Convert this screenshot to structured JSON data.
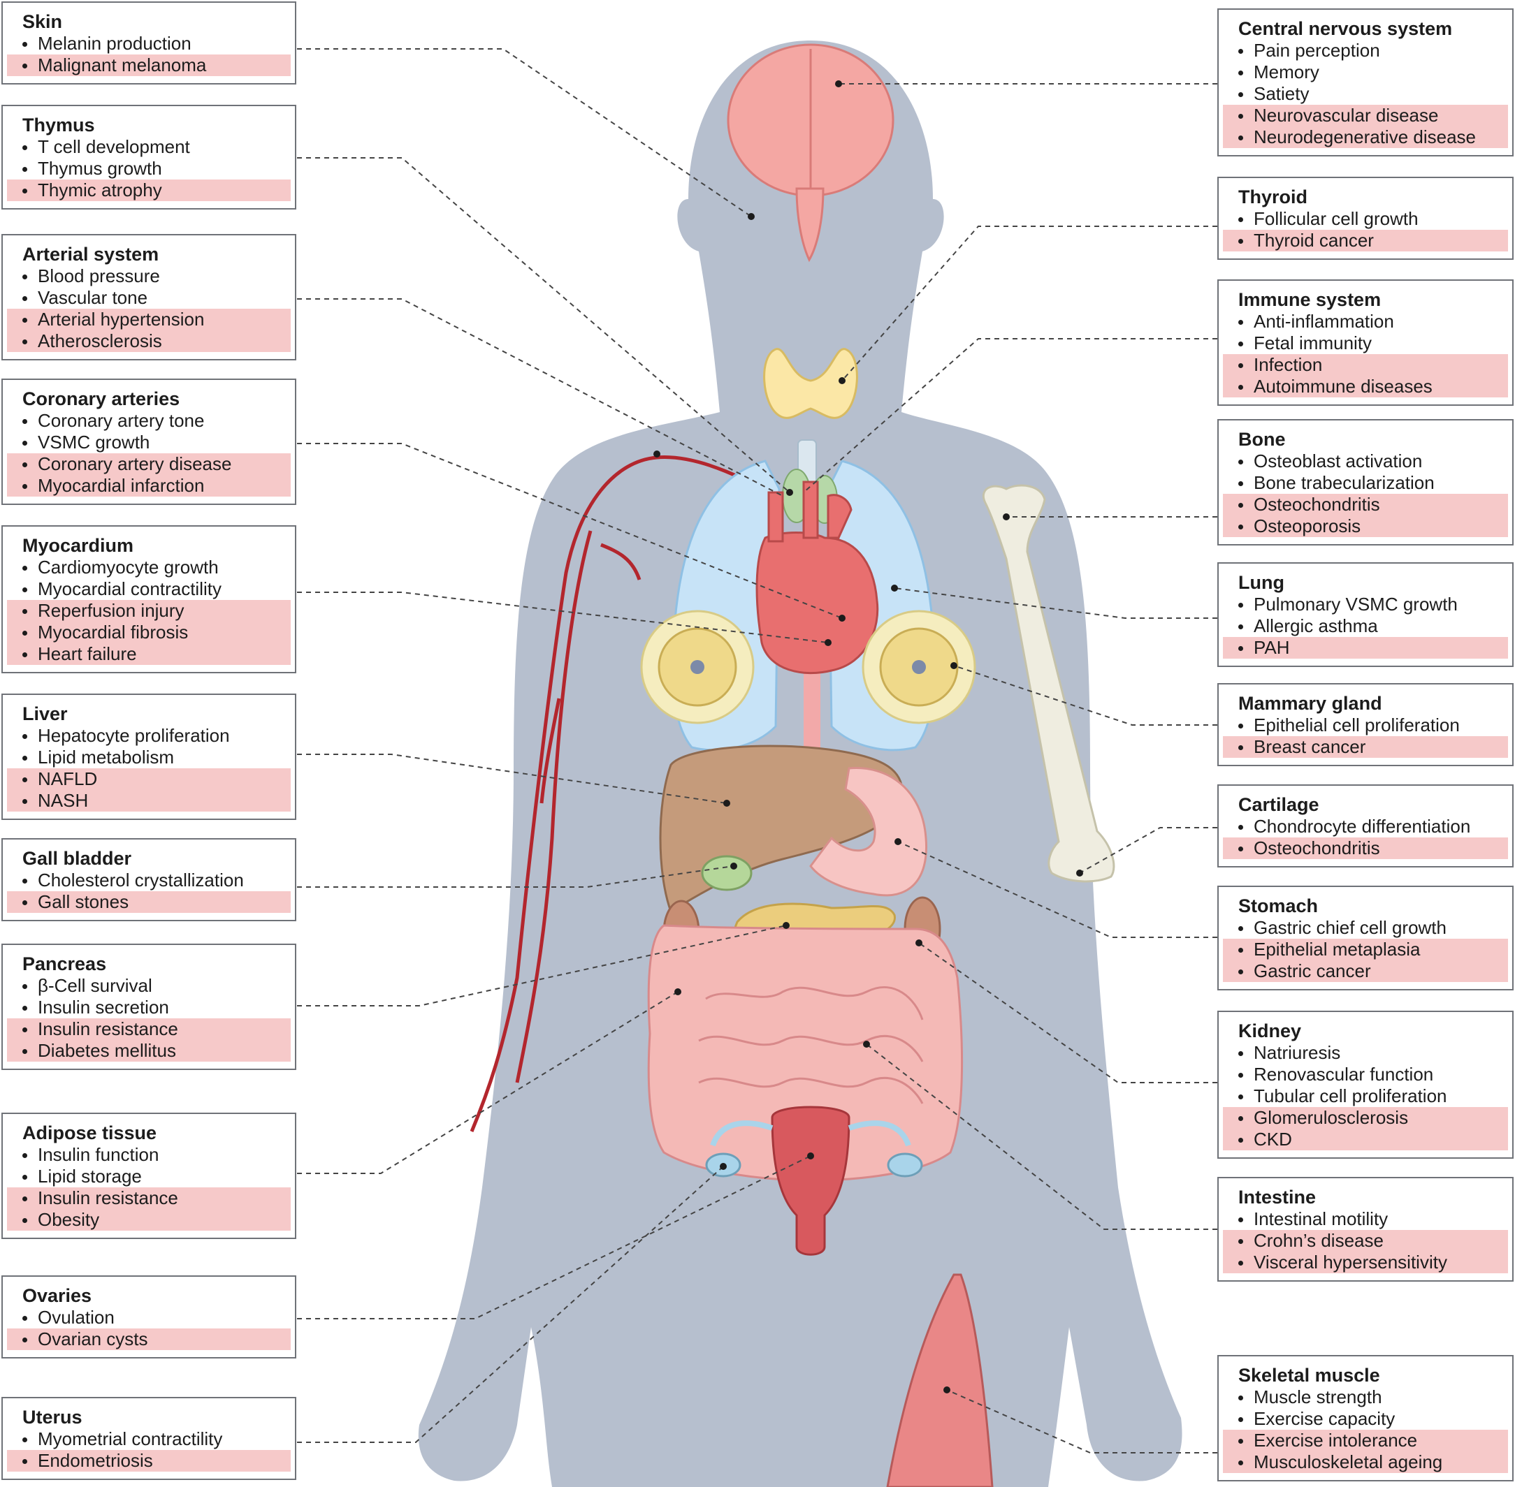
{
  "colors": {
    "body_silhouette": "#b6bfce",
    "disease_highlight": "#f6c9c9",
    "box_border": "#6f7278",
    "leader_line": "#444444"
  },
  "icons": [
    "brain-icon",
    "thyroid-icon",
    "lungs-icon",
    "heart-icon",
    "artery-icon",
    "mammary-gland-icon",
    "liver-icon",
    "gallbladder-icon",
    "stomach-icon",
    "pancreas-icon",
    "kidney-icon",
    "intestine-icon",
    "uterus-icon",
    "ovary-icon",
    "bone-icon",
    "skeletal-muscle-icon",
    "adipose-icon"
  ],
  "left_boxes": [
    {
      "title": "Skin",
      "functions": [
        "Melanin production"
      ],
      "diseases": [
        "Malignant melanoma"
      ]
    },
    {
      "title": "Thymus",
      "functions": [
        "T cell development",
        "Thymus growth"
      ],
      "diseases": [
        "Thymic atrophy"
      ]
    },
    {
      "title": "Arterial system",
      "functions": [
        "Blood pressure",
        "Vascular tone"
      ],
      "diseases": [
        "Arterial hypertension",
        "Atherosclerosis"
      ]
    },
    {
      "title": "Coronary arteries",
      "functions": [
        "Coronary artery tone",
        "VSMC growth"
      ],
      "diseases": [
        "Coronary artery disease",
        "Myocardial infarction"
      ]
    },
    {
      "title": "Myocardium",
      "functions": [
        "Cardiomyocyte growth",
        "Myocardial contractility"
      ],
      "diseases": [
        "Reperfusion injury",
        "Myocardial fibrosis",
        "Heart failure"
      ]
    },
    {
      "title": "Liver",
      "functions": [
        "Hepatocyte proliferation",
        "Lipid metabolism"
      ],
      "diseases": [
        "NAFLD",
        "NASH"
      ]
    },
    {
      "title": "Gall bladder",
      "functions": [
        "Cholesterol crystallization"
      ],
      "diseases": [
        "Gall stones"
      ]
    },
    {
      "title": "Pancreas",
      "functions": [
        "β-Cell survival",
        "Insulin secretion"
      ],
      "diseases": [
        "Insulin resistance",
        "Diabetes mellitus"
      ]
    },
    {
      "title": "Adipose tissue",
      "functions": [
        "Insulin function",
        "Lipid storage"
      ],
      "diseases": [
        "Insulin resistance",
        "Obesity"
      ]
    },
    {
      "title": "Ovaries",
      "functions": [
        "Ovulation"
      ],
      "diseases": [
        "Ovarian cysts"
      ]
    },
    {
      "title": "Uterus",
      "functions": [
        "Myometrial contractility"
      ],
      "diseases": [
        "Endometriosis"
      ]
    }
  ],
  "right_boxes": [
    {
      "title": "Central nervous system",
      "functions": [
        "Pain perception",
        "Memory",
        "Satiety"
      ],
      "diseases": [
        "Neurovascular disease",
        "Neurodegenerative disease"
      ]
    },
    {
      "title": "Thyroid",
      "functions": [
        "Follicular cell growth"
      ],
      "diseases": [
        "Thyroid cancer"
      ]
    },
    {
      "title": "Immune system",
      "functions": [
        "Anti-inflammation",
        "Fetal immunity"
      ],
      "diseases": [
        "Infection",
        "Autoimmune diseases"
      ]
    },
    {
      "title": "Bone",
      "functions": [
        "Osteoblast activation",
        "Bone trabecularization"
      ],
      "diseases": [
        "Osteochondritis",
        "Osteoporosis"
      ]
    },
    {
      "title": "Lung",
      "functions": [
        "Pulmonary VSMC growth",
        "Allergic asthma"
      ],
      "diseases": [
        "PAH"
      ]
    },
    {
      "title": "Mammary gland",
      "functions": [
        "Epithelial cell proliferation"
      ],
      "diseases": [
        "Breast cancer"
      ]
    },
    {
      "title": "Cartilage",
      "functions": [
        "Chondrocyte differentiation"
      ],
      "diseases": [
        "Osteochondritis"
      ]
    },
    {
      "title": "Stomach",
      "functions": [
        "Gastric chief cell growth"
      ],
      "diseases": [
        "Epithelial metaplasia",
        "Gastric cancer"
      ]
    },
    {
      "title": "Kidney",
      "functions": [
        "Natriuresis",
        "Renovascular function",
        "Tubular cell proliferation"
      ],
      "diseases": [
        "Glomerulosclerosis",
        "CKD"
      ]
    },
    {
      "title": "Intestine",
      "functions": [
        "Intestinal motility"
      ],
      "diseases": [
        "Crohn’s  disease",
        "Visceral hypersensitivity"
      ]
    },
    {
      "title": "Skeletal muscle",
      "functions": [
        "Muscle strength",
        "Exercise capacity"
      ],
      "diseases": [
        "Exercise intolerance",
        "Musculoskeletal ageing"
      ]
    }
  ]
}
